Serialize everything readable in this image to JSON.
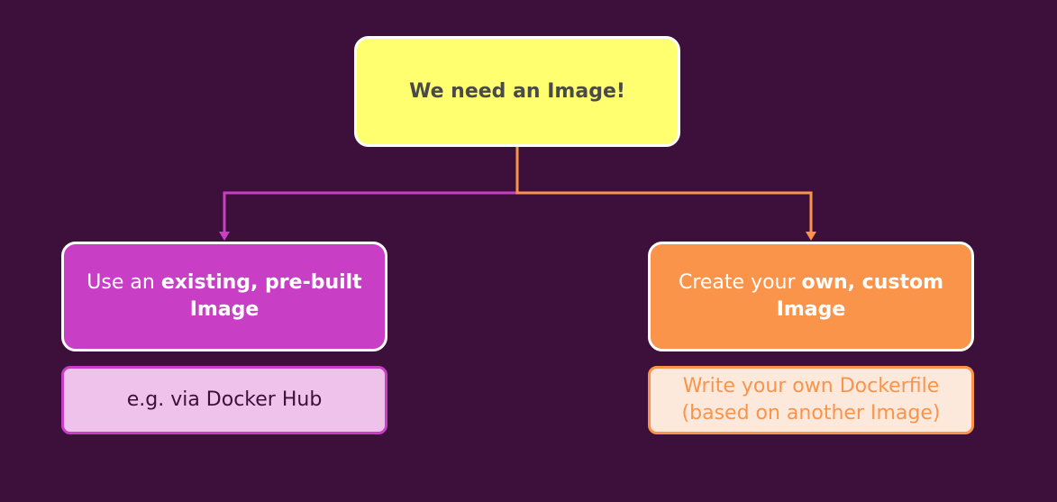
{
  "diagram": {
    "root": {
      "label": "We need an Image!"
    },
    "left": {
      "prefix": "Use an ",
      "bold": "existing, pre-built Image",
      "note": "e.g. via Docker Hub"
    },
    "right": {
      "prefix": "Create your ",
      "bold": "own, custom Image",
      "note_line1": "Write your own Dockerfile",
      "note_line2": "(based on another Image)"
    },
    "colors": {
      "background": "#3d103b",
      "root": "#ffff70",
      "left": "#c83fc6",
      "left_note": "#efc2ec",
      "right": "#fa944a",
      "right_note": "#fde9dc"
    }
  }
}
